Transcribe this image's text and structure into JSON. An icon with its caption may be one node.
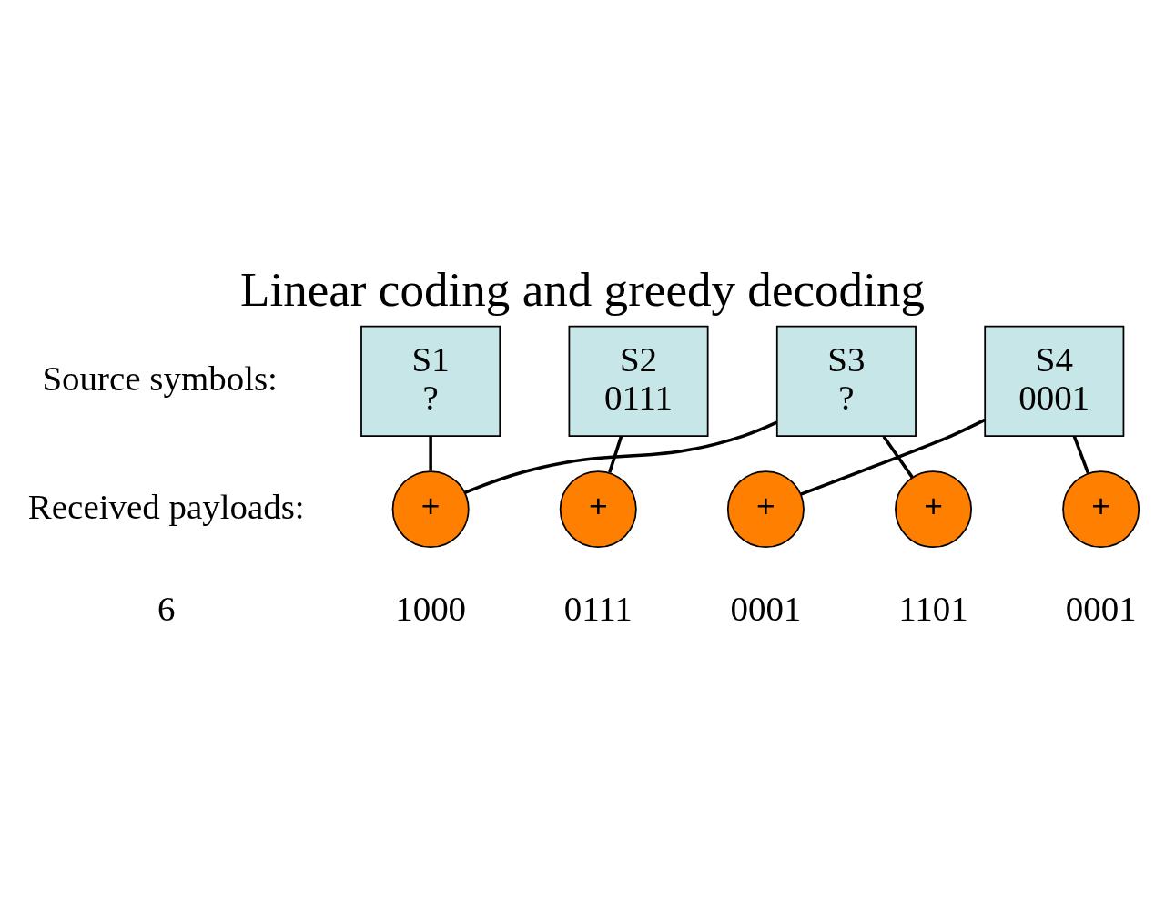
{
  "diagram": {
    "title": "Linear coding and greedy decoding",
    "nodes": [
      {
        "text": [
          "S1",
          "?"
        ]
      },
      {
        "text": [
          "S2",
          "0111"
        ]
      },
      {
        "text": [
          "S3",
          "?"
        ]
      },
      {
        "text": [
          "S4",
          "0001"
        ]
      },
      {
        "text": [
          "+"
        ],
        "beside": [
          "1000"
        ]
      },
      {
        "text": [
          "+"
        ],
        "beside": [
          "0111"
        ]
      },
      {
        "text": [
          "+"
        ],
        "beside": [
          "0001"
        ]
      },
      {
        "text": [
          "+"
        ],
        "beside": [
          "1101"
        ]
      },
      {
        "text": [
          "+"
        ],
        "beside": [
          "0001"
        ]
      }
    ],
    "edges": [
      {
        "from": 0,
        "to": 4,
        "arrow": "none"
      },
      {
        "from": 1,
        "to": 5,
        "arrow": "none"
      },
      {
        "from": 2,
        "to": 4,
        "arrow": "none"
      },
      {
        "from": 2,
        "to": 7,
        "arrow": "none"
      },
      {
        "from": 3,
        "to": 6,
        "arrow": "none"
      },
      {
        "from": 3,
        "to": 8,
        "arrow": "none"
      }
    ],
    "labels": [
      "Source symbols:",
      "Received payloads:",
      "6"
    ]
  }
}
